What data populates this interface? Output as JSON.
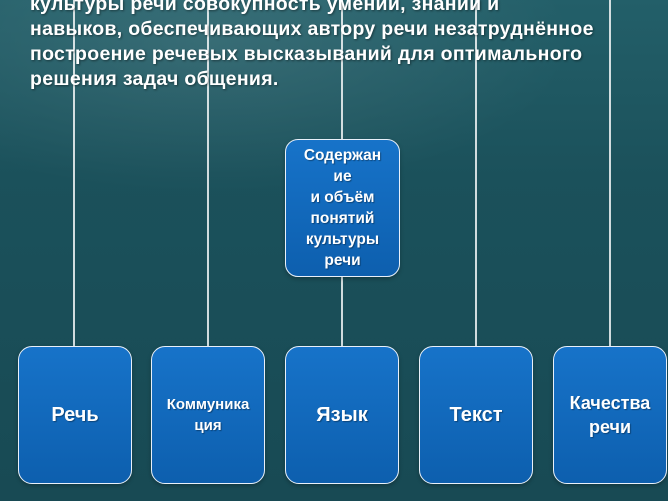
{
  "heading": {
    "line1": "культуры речи совокупность умений, знаний и",
    "line2": "навыков, обеспечивающих автору речи незатруднённое",
    "line3": "построение речевых высказываний для оптимального",
    "line4": "решения задач общения."
  },
  "diagram": {
    "center": {
      "label": "Содержан\nие\n и объём\nпонятий\nкультуры\nречи"
    },
    "nodes": [
      {
        "label": "Речь"
      },
      {
        "label": "Коммуника\nция"
      },
      {
        "label": "Язык"
      },
      {
        "label": "Текст"
      },
      {
        "label": "Качества\nречи"
      }
    ]
  },
  "colors": {
    "background": "#1c525c",
    "node_fill": "#1773c9",
    "node_border": "#e8f0fa",
    "connector": "#ffffff"
  }
}
